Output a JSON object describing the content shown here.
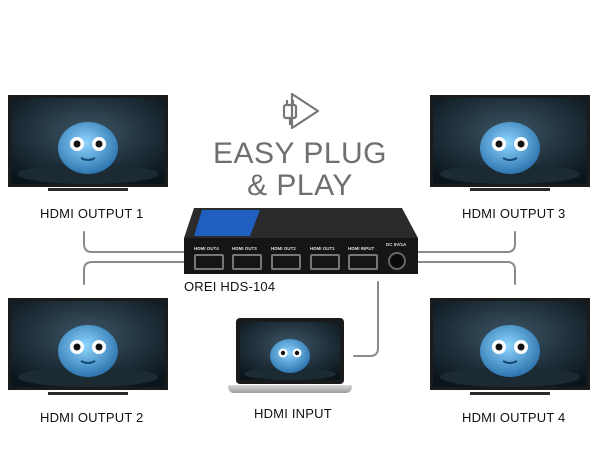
{
  "headline": {
    "line1": "EASY PLUG",
    "line2": "& PLAY"
  },
  "icon": "plug-play-icon",
  "device": {
    "model_label": "OREI HDS-104",
    "port_labels": [
      "HDMI OUT4",
      "HDMI OUT3",
      "HDMI OUT2",
      "HDMI OUT1",
      "HDMI INPUT"
    ],
    "power_label": "DC 5V/1A",
    "accent_color": "#1f5fbf"
  },
  "outputs": {
    "out1": "HDMI OUTPUT 1",
    "out2": "HDMI OUTPUT 2",
    "out3": "HDMI OUTPUT 3",
    "out4": "HDMI OUTPUT 4"
  },
  "input": {
    "label": "HDMI INPUT"
  }
}
